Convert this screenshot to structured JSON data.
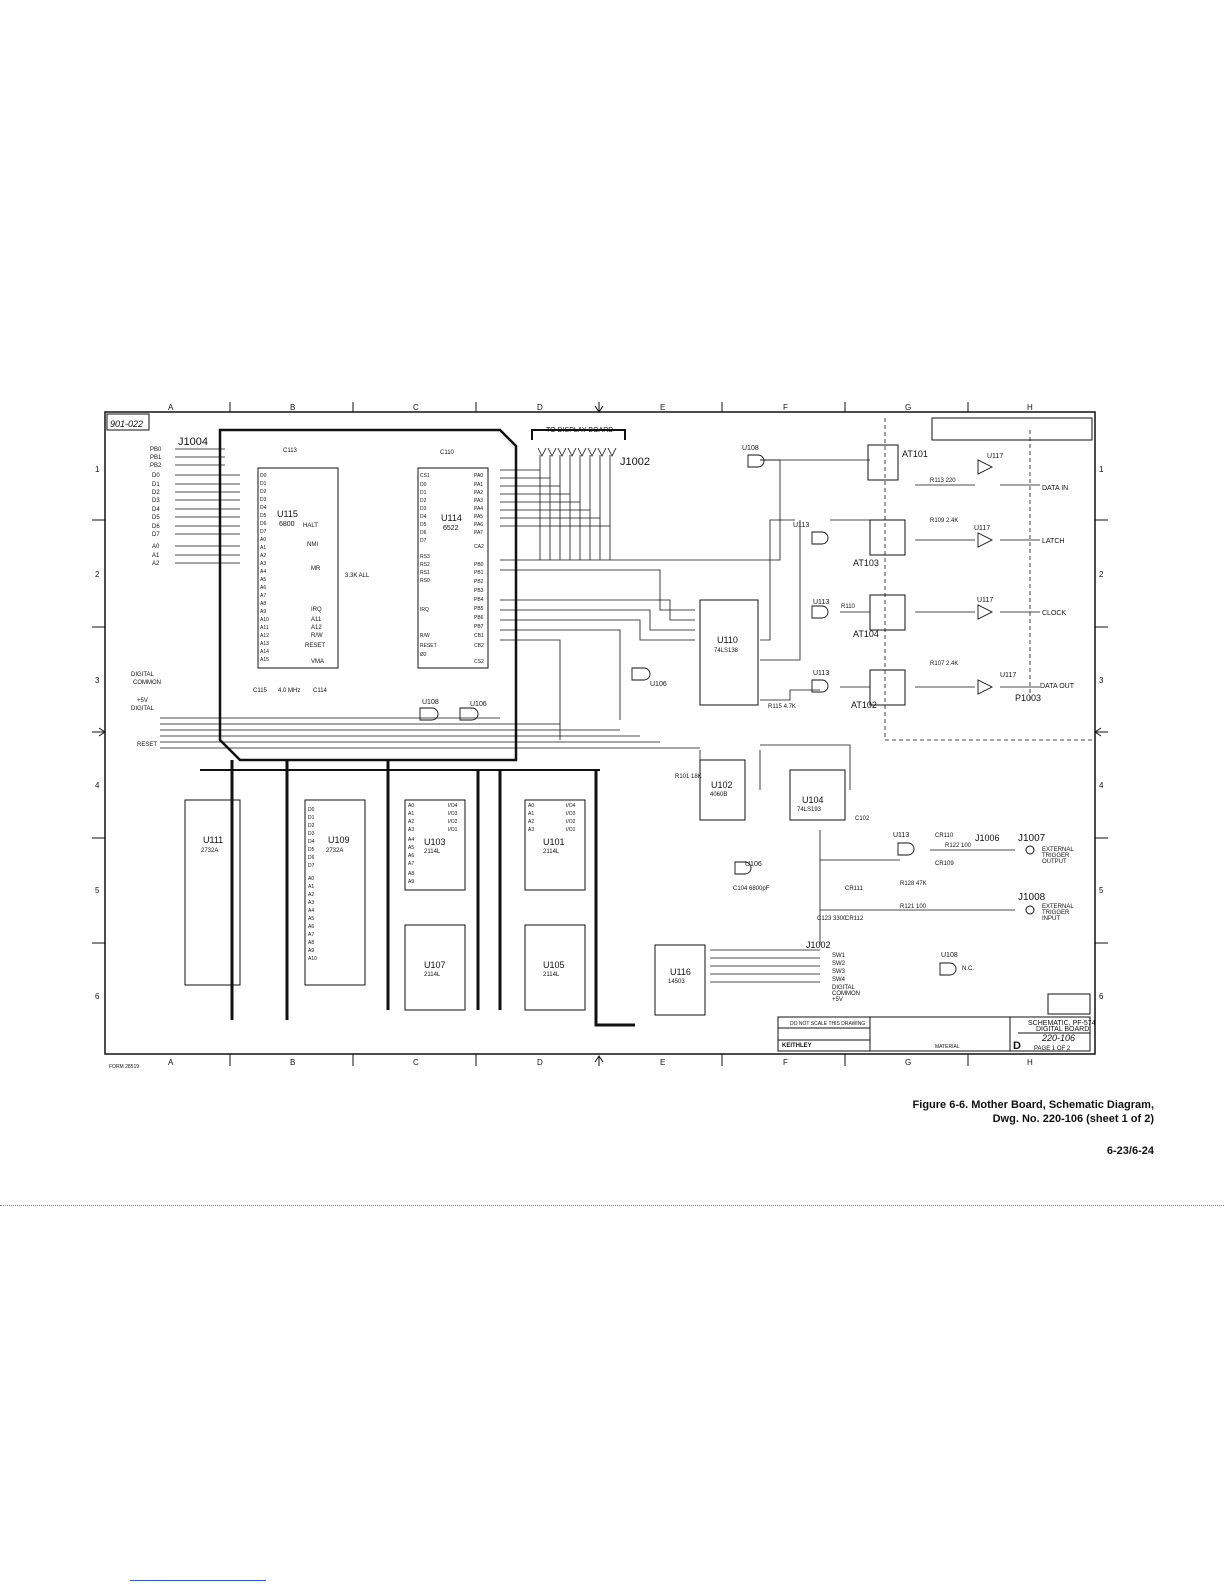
{
  "drawing": {
    "top_ref": "901-022",
    "form_code": "FORM 28519",
    "col_labels": [
      "A",
      "B",
      "C",
      "D",
      "E",
      "F",
      "G",
      "H"
    ],
    "row_labels": [
      "1",
      "2",
      "3",
      "4",
      "5",
      "6"
    ],
    "to_display_board": "TO DISPLAY BOARD",
    "do_not_scale": "DO NOT SCALE THIS DRAWING",
    "company": "KEITHLEY"
  },
  "title_block": {
    "title": "SCHEMATIC, PF-574",
    "subtitle": "DIGITAL BOARD",
    "size": "D",
    "dwg_no": "220-106",
    "page": "PAGE 1 OF 2",
    "material": "MATERIAL"
  },
  "connectors": {
    "j1004": "J1004",
    "j1002": "J1002",
    "j1002b": "J1002",
    "p1003": "P1003",
    "j1006": "J1006",
    "j1007": "J1007",
    "j1008": "J1008"
  },
  "chips": {
    "u115": {
      "ref": "U115",
      "part": "6800"
    },
    "u114": {
      "ref": "U114",
      "part": "6522"
    },
    "u110": {
      "ref": "U110",
      "part": "74LS138"
    },
    "u111": {
      "ref": "U111",
      "part": "2732A"
    },
    "u109": {
      "ref": "U109",
      "part": "2732A"
    },
    "u103": {
      "ref": "U103",
      "part": "2114L"
    },
    "u107": {
      "ref": "U107",
      "part": "2114L"
    },
    "u101": {
      "ref": "U101",
      "part": "2114L"
    },
    "u105": {
      "ref": "U105",
      "part": "2114L"
    },
    "u102": {
      "ref": "U102",
      "part": "4060B"
    },
    "u104": {
      "ref": "U104",
      "part": "74LS193"
    },
    "u116": {
      "ref": "U116",
      "part": "14503"
    }
  },
  "optos": [
    "AT101",
    "AT103",
    "AT104",
    "AT102"
  ],
  "signals": {
    "data_in": "DATA IN",
    "latch": "LATCH",
    "clock": "CLOCK",
    "data_out": "DATA OUT",
    "ext_trig_out": [
      "EXTERNAL",
      "TRIGGER",
      "OUTPUT"
    ],
    "ext_trig_in": [
      "EXTERNAL",
      "TRIGGER",
      "INPUT"
    ],
    "digital_common": [
      "DIGITAL",
      "COMMON"
    ],
    "plus5_digital": [
      "+5V",
      "DIGITAL"
    ],
    "reset": "RESET",
    "sw": [
      "SW1",
      "SW2",
      "SW3",
      "SW4"
    ],
    "dig_common2": [
      "DIGITAL",
      "COMMON",
      "+5V"
    ],
    "nc": "N.C."
  },
  "j1004_pins": [
    "PB0",
    "PB1",
    "PB2",
    "D0",
    "D1",
    "D2",
    "D3",
    "D4",
    "D5",
    "D6",
    "D7",
    "A0",
    "A1",
    "A2"
  ],
  "u115_left_pins": [
    "D0",
    "D1",
    "D2",
    "D3",
    "D4",
    "D5",
    "D6",
    "D7",
    "A0",
    "A1",
    "A2",
    "A3",
    "A4",
    "A5",
    "A6",
    "A7",
    "A8",
    "A9",
    "A10",
    "A11",
    "A12",
    "A13",
    "A14",
    "A15"
  ],
  "u115_right_labels": [
    "HALT",
    "NMI",
    "MR",
    "IRQ",
    "A11",
    "A12",
    "R/W",
    "RESET",
    "VMA"
  ],
  "u114_left_pins": [
    "CS1",
    "D0",
    "D1",
    "D2",
    "D3",
    "D4",
    "D5",
    "D6",
    "D7",
    "RS3",
    "RS2",
    "RS1",
    "RS0",
    "IRQ",
    "R/W",
    "RESET",
    "Ø2"
  ],
  "u114_right_pins": [
    "PA0",
    "PA1",
    "PA2",
    "PA3",
    "PA4",
    "PA5",
    "PA6",
    "PA7",
    "CA2",
    "PB0",
    "PB1",
    "PB2",
    "PB3",
    "PB4",
    "PB5",
    "PB6",
    "PB7",
    "CB1",
    "CB2",
    "CS2"
  ],
  "memory_pins": [
    "D0",
    "D1",
    "D2",
    "D3",
    "D4",
    "D5",
    "D6",
    "D7",
    "A0",
    "A1",
    "A2",
    "A3",
    "A4",
    "A5",
    "A6",
    "A7",
    "A8",
    "A9",
    "A10"
  ],
  "ram_left_pins": [
    "A0",
    "A1",
    "A2",
    "A3",
    "A4",
    "A5",
    "A6",
    "A7",
    "A8",
    "A9"
  ],
  "ram_right_pins": [
    "I/O4",
    "I/O3",
    "I/O2",
    "I/O1"
  ],
  "components": {
    "xtal": "4.0 MHz",
    "c115": "C115",
    "c114": "C114",
    "c113": "C113",
    "c110": "C110",
    "pullups": "3.3K ALL",
    "r110": "R110",
    "r113": "R113 220",
    "r109": "R109 2.4K",
    "r107": "R107 2.4K",
    "r115": "R115 4.7K",
    "r101": "R101 18K",
    "c104": "C104 6800pF",
    "c102": "C102",
    "c123": "C123 3300",
    "r128": "R128 47K",
    "r121": "R121 100",
    "r122": "R122 100",
    "cr110": "CR110",
    "cr109": "CR109",
    "cr111": "CR111",
    "cr112": "CR112"
  },
  "gates": {
    "u108a": "U108",
    "u106a": "U106",
    "u106b": "U106",
    "u113a": "U113",
    "u113b": "U113",
    "u113c": "U113",
    "u113d": "U113",
    "u117a": "U117",
    "u117b": "U117",
    "u117c": "U117",
    "u117d": "U117",
    "u108b": "U108",
    "u108c": "U108",
    "u106c": "U106"
  },
  "caption": {
    "line1": "Figure 6-6. Mother Board, Schematic Diagram,",
    "line2": "Dwg. No. 220-106 (sheet 1 of 2)",
    "page": "6-23/6-24"
  }
}
